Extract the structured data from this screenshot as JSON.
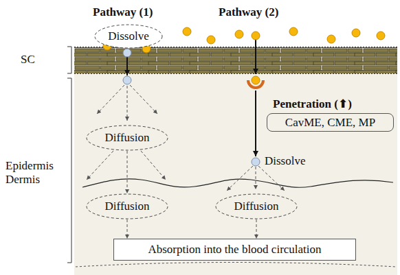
{
  "diagram": {
    "nodes": [
      {
        "text": [
          "Dissolve"
        ]
      },
      {
        "text": [
          "Diffusion"
        ]
      },
      {
        "text": [
          "Diffusion"
        ]
      },
      {
        "text": [
          "Diffusion"
        ]
      },
      {
        "text": [
          "Penetration (⬆)",
          "CavME, CME, MP"
        ]
      },
      {
        "text": [
          "Absorption into the blood circulation"
        ]
      }
    ],
    "edges": [
      {
        "from": 1,
        "to": 2,
        "arrow": "to"
      },
      {
        "from": 2,
        "to": 5,
        "arrow": "to"
      },
      {
        "from": 3,
        "to": 5,
        "arrow": "to"
      }
    ],
    "labels": [
      "Pathway (1)",
      "Pathway (2)",
      "SC",
      "Epidermis",
      "Dermis",
      "Dissolve"
    ]
  }
}
